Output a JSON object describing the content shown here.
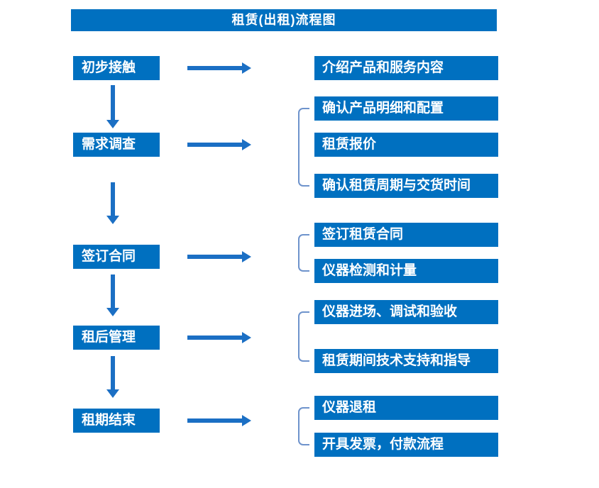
{
  "title": "租赁(出租)流程图",
  "colors": {
    "box_blue": "#0070C0",
    "arrow_blue": "#1B6FC4",
    "bracket_blue": "#6E93CC",
    "text_white": "#FFFFFF",
    "page_bg": "#FFFFFF"
  },
  "icons": {
    "right_arrow": "solid right-pointing arrow (css triangle)",
    "down_arrow": "solid down-pointing arrow (css triangle)",
    "group_bracket": "thin rounded left square bracket (css border)"
  },
  "steps": [
    {
      "label": "初步接触",
      "details": [
        "介绍产品和服务内容"
      ]
    },
    {
      "label": "需求调查",
      "details": [
        "确认产品明细和配置",
        "租赁报价",
        "确认租赁周期与交货时间"
      ]
    },
    {
      "label": "签订合同",
      "details": [
        "签订租赁合同",
        "仪器检测和计量"
      ]
    },
    {
      "label": "租后管理",
      "details": [
        "仪器进场、调试和验收",
        "租赁期间技术支持和指导"
      ]
    },
    {
      "label": "租期结束",
      "details": [
        "仪器退租",
        "开具发票，付款流程"
      ]
    }
  ]
}
